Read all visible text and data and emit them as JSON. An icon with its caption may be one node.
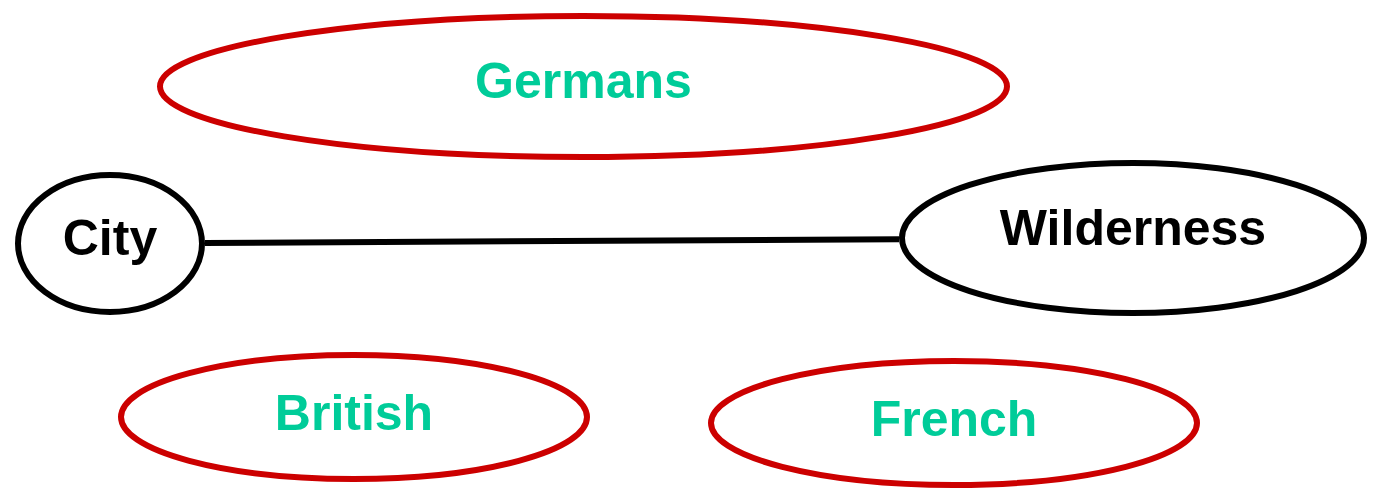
{
  "diagram": {
    "nodes": [
      {
        "text": [
          "Germans"
        ]
      },
      {
        "text": [
          "City"
        ]
      },
      {
        "text": [
          "Wilderness"
        ]
      },
      {
        "text": [
          "British"
        ]
      },
      {
        "text": [
          "French"
        ]
      }
    ],
    "edges": [
      {
        "from": 1,
        "to": 2,
        "arrow": "none"
      }
    ]
  }
}
